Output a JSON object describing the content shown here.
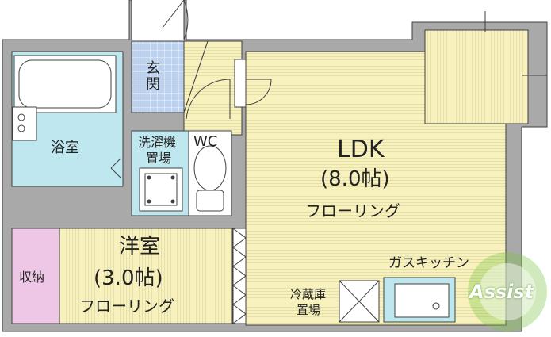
{
  "rooms": {
    "entrance": "玄関",
    "bath": "浴室",
    "laundry_line1": "洗濯機",
    "laundry_line2": "置場",
    "wc": "WC",
    "ldk_name": "LDK",
    "ldk_size": "(8.0帖)",
    "ldk_floor": "フローリング",
    "western_name": "洋室",
    "western_size": "(3.0帖)",
    "western_floor": "フローリング",
    "storage": "収納",
    "gas_kitchen": "ガスキッチン",
    "fridge_line1": "冷蔵庫",
    "fridge_line2": "置場"
  },
  "logo": {
    "text": "Assist"
  },
  "colors": {
    "wall": "#a9a9a9",
    "outline": "#404040",
    "floor": "#f6f1bf",
    "bath": "#bfe7ef",
    "entrance": "#bcd2ee",
    "storage": "#eec7e6",
    "logo": "#7cc242"
  }
}
